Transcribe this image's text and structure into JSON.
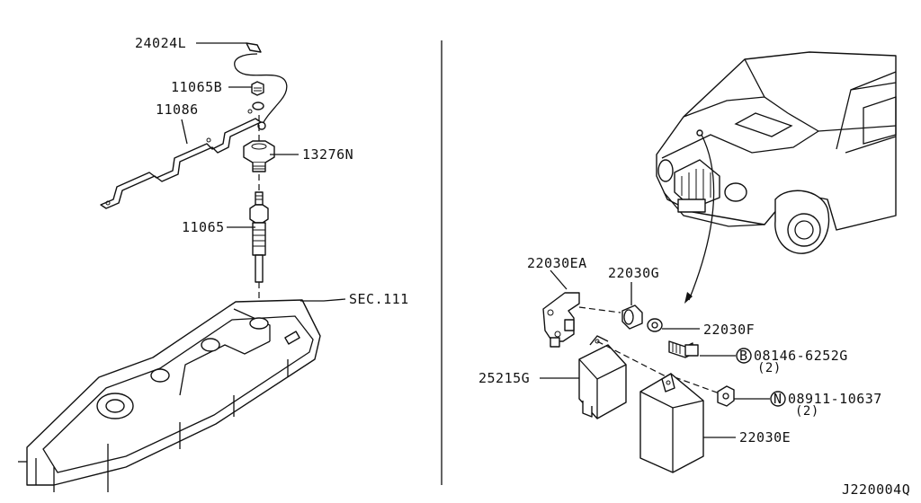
{
  "diagram": {
    "code": "J220004Q",
    "callouts": {
      "glow_wire": "24024L",
      "glow_nut": "11065B",
      "glow_plate": "11086",
      "sensor": "13276N",
      "glow_plug": "11065",
      "sec_ref": "SEC.111",
      "bracket": "22030EA",
      "grommet": "22030G",
      "collar": "22030F",
      "relay": "25215G",
      "controller": "22030E"
    },
    "fasteners": {
      "bolt": {
        "symbol": "B",
        "number": "08146-6252G",
        "qty": "(2)"
      },
      "nut": {
        "symbol": "N",
        "number": "08911-10637",
        "qty": "(2)"
      }
    }
  }
}
